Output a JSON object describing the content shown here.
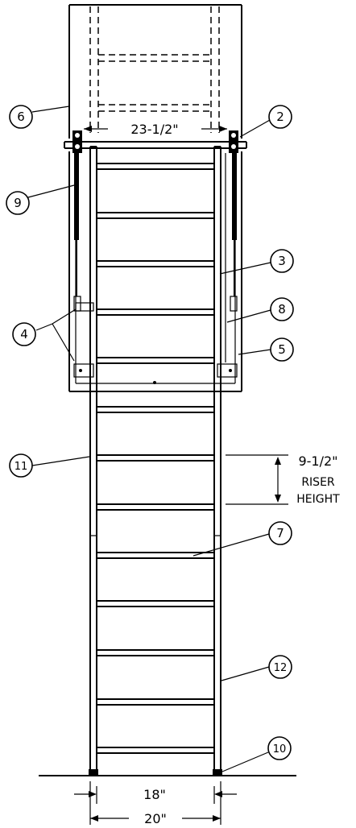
{
  "callouts": {
    "c2": "2",
    "c3": "3",
    "c4": "4",
    "c5": "5",
    "c6": "6",
    "c7": "7",
    "c8": "8",
    "c9": "9",
    "c10": "10",
    "c11": "11",
    "c12": "12"
  },
  "dimensions": {
    "opening_width": "23-1/2\"",
    "riser_height_value": "9-1/2\"",
    "riser_label_line1": "RISER",
    "riser_label_line2": "HEIGHT",
    "inner_width": "18\"",
    "outer_width": "20\""
  }
}
